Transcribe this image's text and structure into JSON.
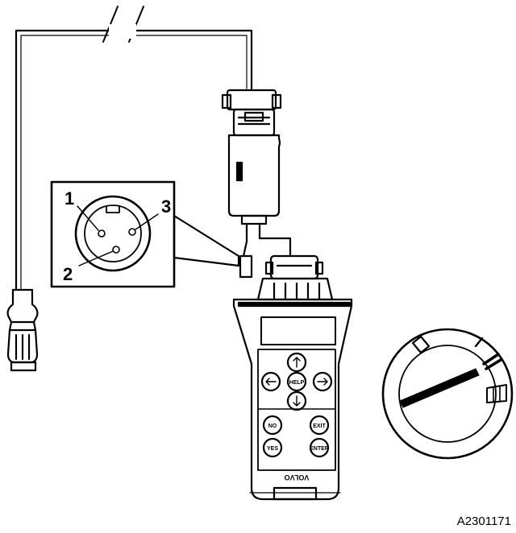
{
  "connector_pins": [
    {
      "number": "1"
    },
    {
      "number": "2"
    },
    {
      "number": "3"
    }
  ],
  "keypad": {
    "help_label": "HELP",
    "exit_label": "EXIT",
    "no_label": "NO",
    "yes_label": "YES",
    "enter_label": "ENTER"
  },
  "brand_text": "VOLVO",
  "figure_id": "A2301171",
  "colors": {
    "ink": "#000000",
    "paper": "#ffffff"
  }
}
